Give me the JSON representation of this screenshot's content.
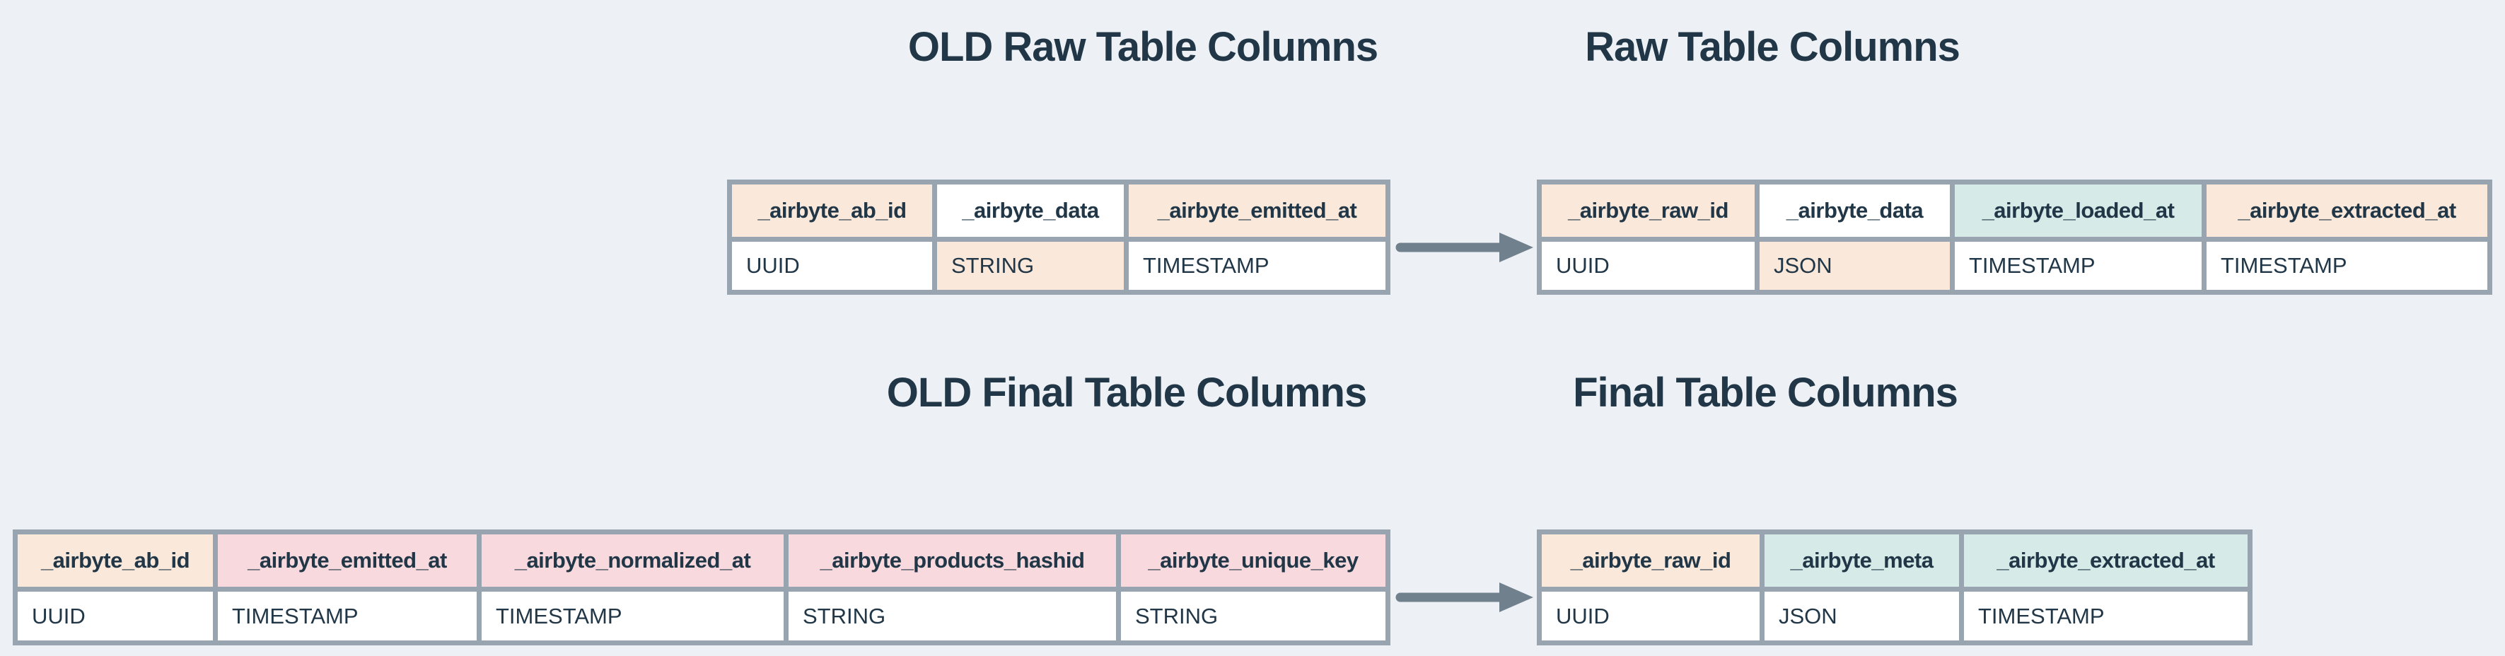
{
  "titles": {
    "old_raw": "OLD Raw Table Columns",
    "raw": "Raw Table Columns",
    "old_final": "OLD Final Table Columns",
    "final": "Final Table Columns"
  },
  "colors": {
    "background": "#edf1f5",
    "cell_highlight_peach": "#fae8da",
    "cell_highlight_pink": "#f8dade",
    "cell_highlight_teal": "#d6ebe8",
    "cell_white": "#ffffff",
    "table_border": "#98a4af",
    "text": "#213747",
    "arrow": "#70808d"
  },
  "tables": {
    "old_raw": {
      "columns": [
        {
          "header": "_airbyte_ab_id",
          "type": "UUID",
          "header_bg": "peach",
          "type_bg": "white"
        },
        {
          "header": "_airbyte_data",
          "type": "STRING",
          "header_bg": "white",
          "type_bg": "peach"
        },
        {
          "header": "_airbyte_emitted_at",
          "type": "TIMESTAMP",
          "header_bg": "peach",
          "type_bg": "white"
        }
      ]
    },
    "raw": {
      "columns": [
        {
          "header": "_airbyte_raw_id",
          "type": "UUID",
          "header_bg": "peach",
          "type_bg": "white"
        },
        {
          "header": "_airbyte_data",
          "type": "JSON",
          "header_bg": "white",
          "type_bg": "peach"
        },
        {
          "header": "_airbyte_loaded_at",
          "type": "TIMESTAMP",
          "header_bg": "teal",
          "type_bg": "white"
        },
        {
          "header": "_airbyte_extracted_at",
          "type": "TIMESTAMP",
          "header_bg": "peach",
          "type_bg": "white"
        }
      ]
    },
    "old_final": {
      "columns": [
        {
          "header": "_airbyte_ab_id",
          "type": "UUID",
          "header_bg": "peach",
          "type_bg": "white"
        },
        {
          "header": "_airbyte_emitted_at",
          "type": "TIMESTAMP",
          "header_bg": "pink",
          "type_bg": "white"
        },
        {
          "header": "_airbyte_normalized_at",
          "type": "TIMESTAMP",
          "header_bg": "pink",
          "type_bg": "white"
        },
        {
          "header": "_airbyte_products_hashid",
          "type": "STRING",
          "header_bg": "pink",
          "type_bg": "white"
        },
        {
          "header": "_airbyte_unique_key",
          "type": "STRING",
          "header_bg": "pink",
          "type_bg": "white"
        }
      ]
    },
    "final": {
      "columns": [
        {
          "header": "_airbyte_raw_id",
          "type": "UUID",
          "header_bg": "peach",
          "type_bg": "white"
        },
        {
          "header": "_airbyte_meta",
          "type": "JSON",
          "header_bg": "teal",
          "type_bg": "white"
        },
        {
          "header": "_airbyte_extracted_at",
          "type": "TIMESTAMP",
          "header_bg": "teal",
          "type_bg": "white"
        }
      ]
    }
  }
}
